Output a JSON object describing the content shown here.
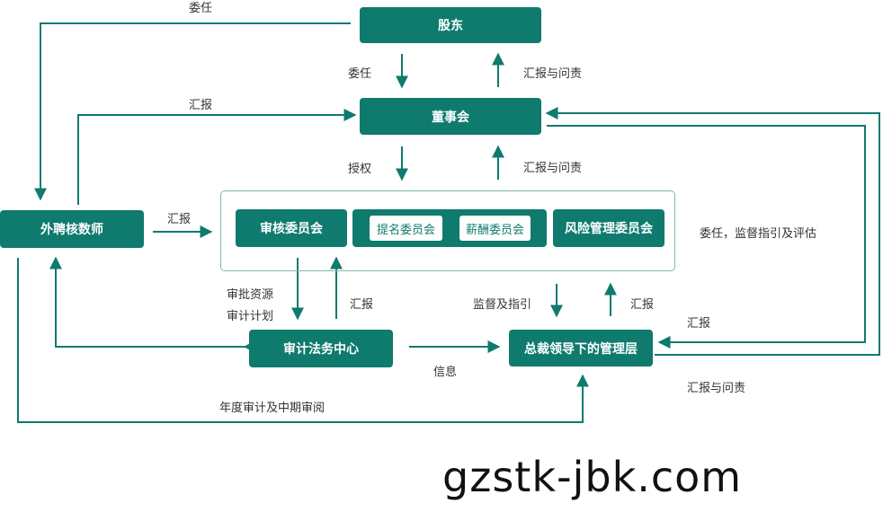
{
  "nodes": {
    "shareholders": "股东",
    "board": "董事会",
    "external_auditor": "外聘核数师",
    "audit_committee": "审核委员会",
    "nomination_committee": "提名委员会",
    "remuneration_committee": "薪酬委员会",
    "risk_committee": "风险管理委员会",
    "audit_legal_center": "审计法务中心",
    "management": "总裁领导下的管理层"
  },
  "labels": {
    "appoint_top": "委任",
    "appoint_board": "委任",
    "report_accountable_1": "汇报与问责",
    "report_auditor_board": "汇报",
    "authorize": "授权",
    "report_accountable_2": "汇报与问责",
    "report_auditor_committee": "汇报",
    "appoint_supervise": "委任，监督指引及评估",
    "approve_resources": "审批资源",
    "audit_plan": "审计计划",
    "report_center": "汇报",
    "supervise_guide": "监督及指引",
    "report_mgmt": "汇报",
    "report_mgmt_board": "汇报",
    "info": "信息",
    "report_accountable_3": "汇报与问责",
    "annual_audit": "年度审计及中期审阅"
  },
  "watermark": "gzstk-jbk.com",
  "colors": {
    "primary": "#0f7a6e"
  }
}
